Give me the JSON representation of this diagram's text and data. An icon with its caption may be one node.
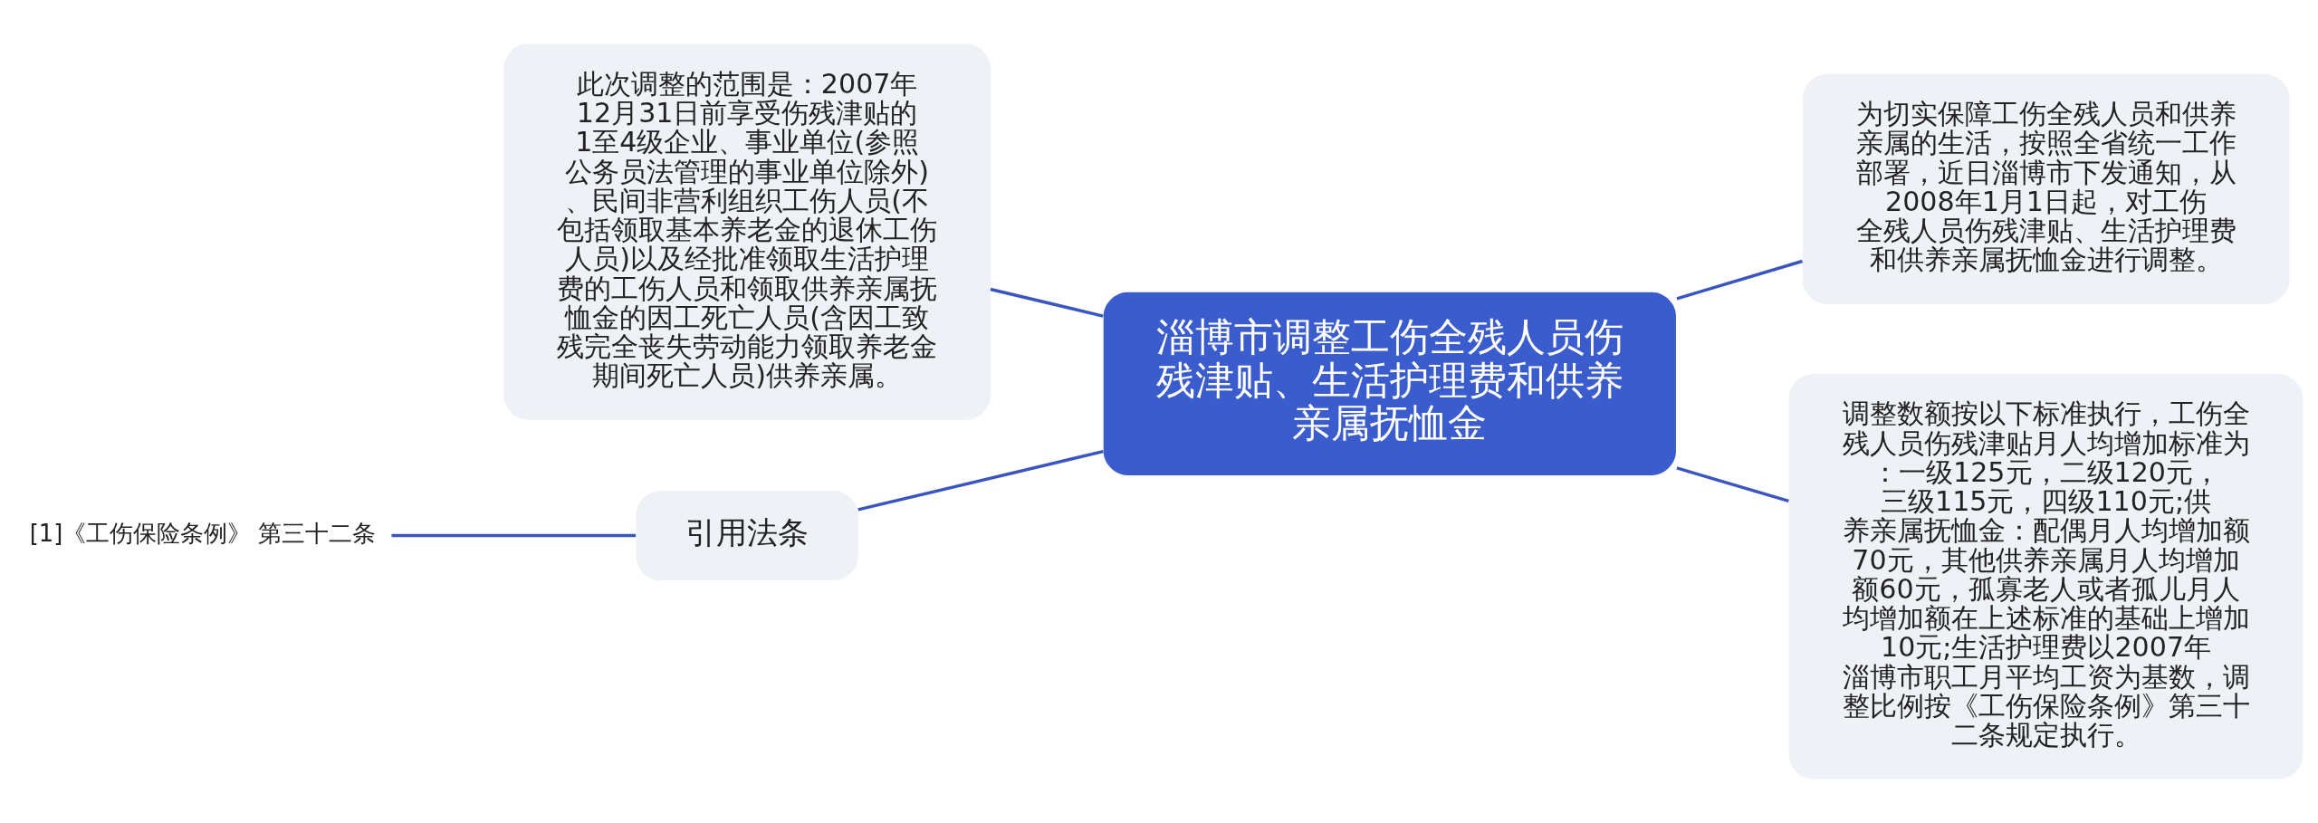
{
  "diagram": {
    "nodes": [
      {
        "text": [
          "淄博市调整工伤全残人员伤残津贴、生活护理费和供养亲属抚恤金"
        ]
      },
      {
        "text": [
          "此次调整的范围是：2007年12月31日前享受伤残津贴的1至4级企业、事业单位(参照公务员法管理的事业单位除外)、民间非营利组织工伤人员(不包括领取基本养老金的退休工伤人员)以及经批准领取生活护理费的工伤人员和领取供养亲属抚恤金的因工死亡人员(含因工致残完全丧失劳动能力领取养老金期间死亡人员)供养亲属。"
        ]
      },
      {
        "text": [
          "引用法条"
        ]
      },
      {
        "text": [
          "[1]《工伤保险条例》 第三十二条"
        ]
      },
      {
        "text": [
          "为切实保障工伤全残人员和供养亲属的生活，按照全省统一工作部署，近日淄博市下发通知，从2008年1月1日起，对工伤全残人员伤残津贴、生活护理费和供养亲属抚恤金进行调整。"
        ]
      },
      {
        "text": [
          "调整数额按以下标准执行，工伤全残人员伤残津贴月人均增加标准为：一级125元，二级120元，三级115元，四级110元;供养亲属抚恤金：配偶月人均增加额70元，其他供养亲属月人均增加额60元，孤寡老人或者孤儿月人均增加额在上述标准的基础上增加10元;生活护理费以2007年淄博市职工月平均工资为基数，调整比例按《工伤保险条例》第三十二条规定执行。"
        ]
      }
    ],
    "edges": [
      {
        "from": 0,
        "to": 1,
        "arrow": "none"
      },
      {
        "from": 0,
        "to": 2,
        "arrow": "none"
      },
      {
        "from": 2,
        "to": 3,
        "arrow": "none"
      },
      {
        "from": 0,
        "to": 4,
        "arrow": "none"
      },
      {
        "from": 0,
        "to": 5,
        "arrow": "none"
      }
    ]
  }
}
